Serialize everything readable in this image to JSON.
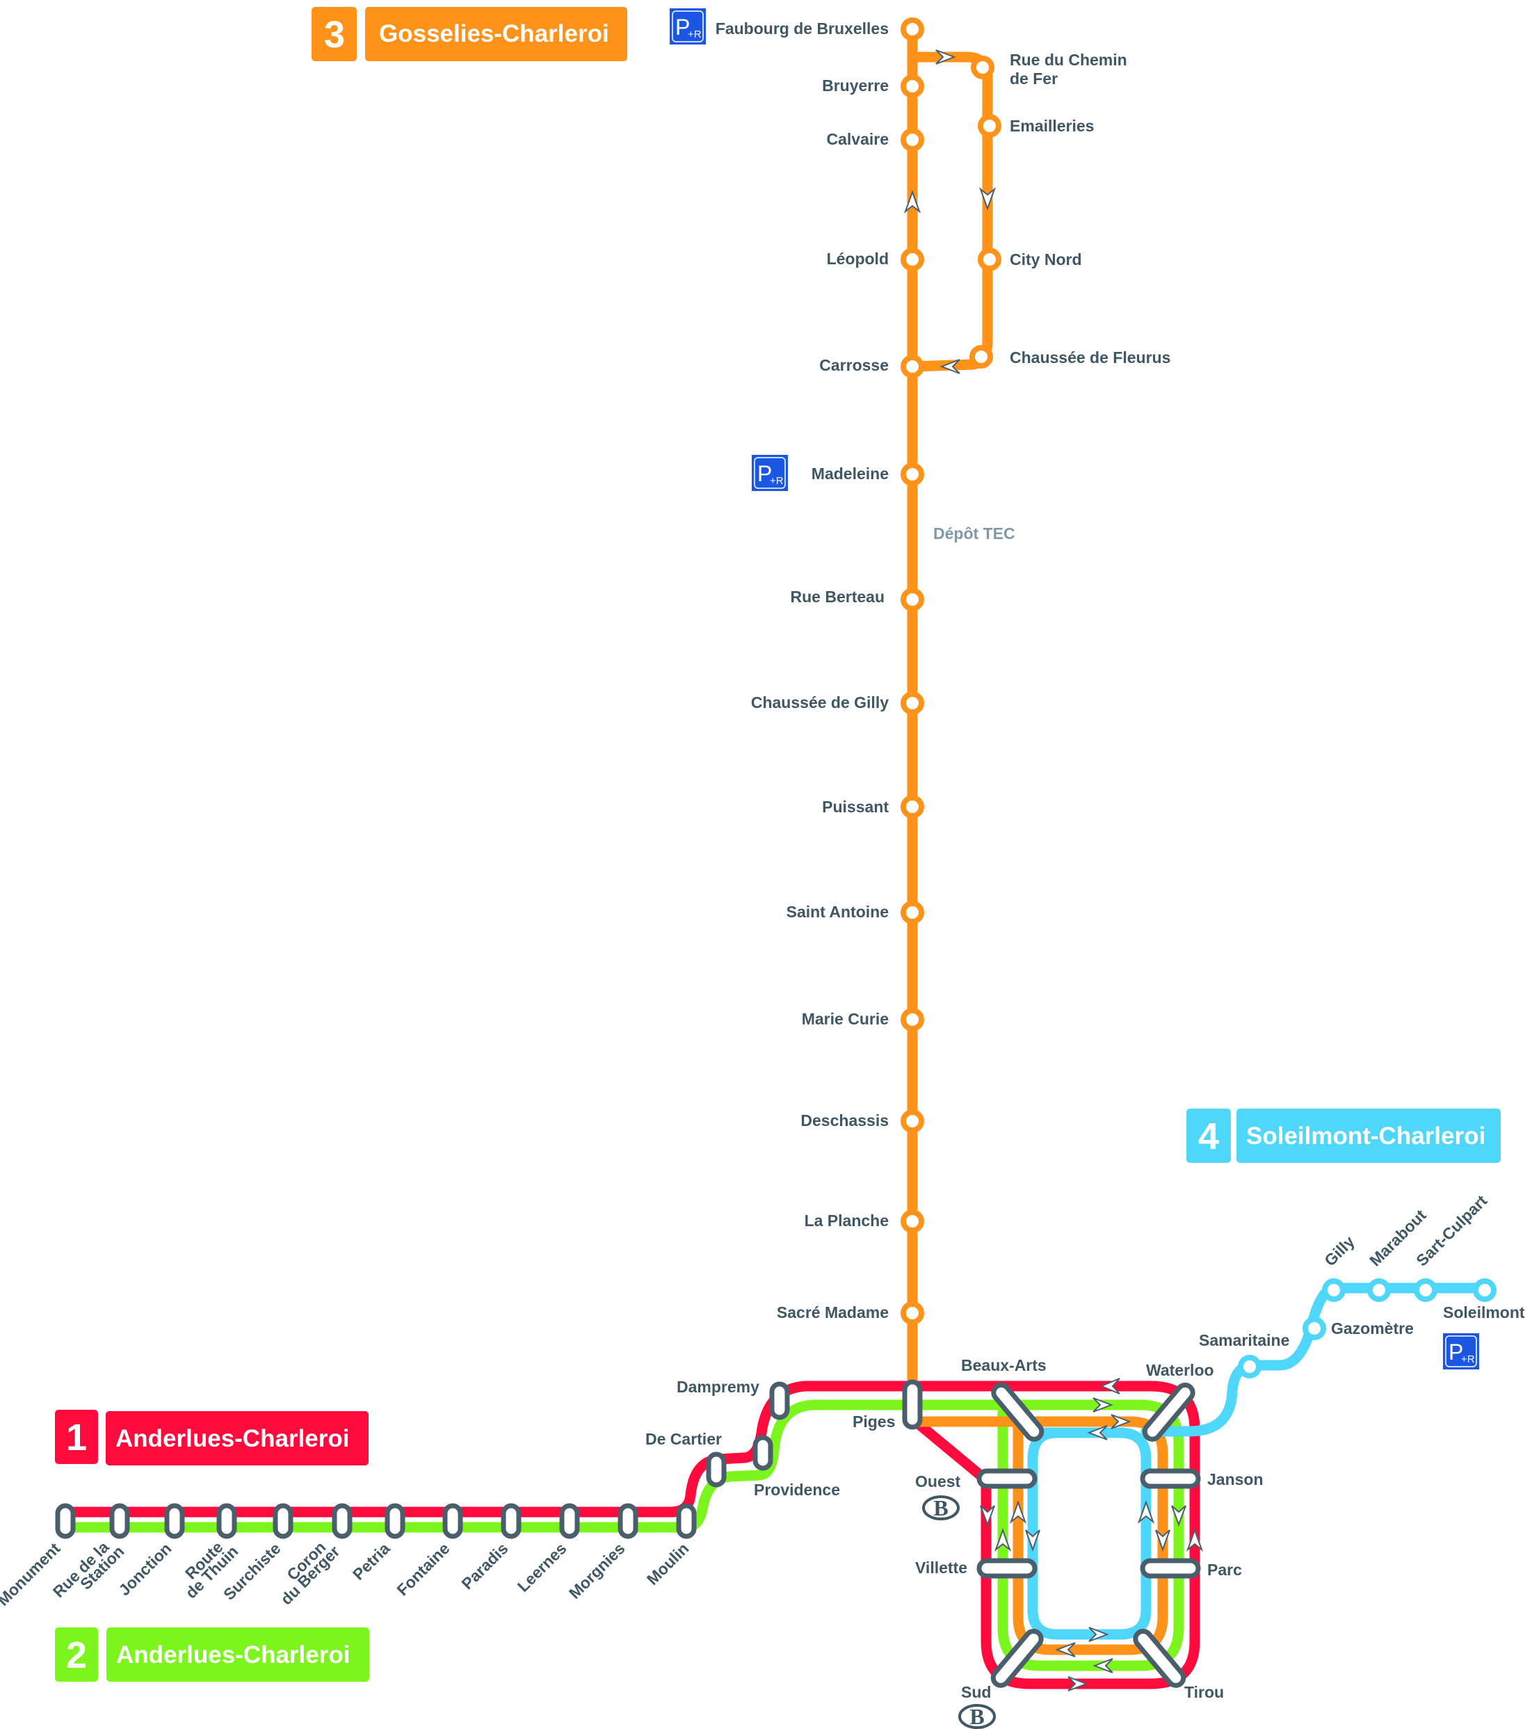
{
  "colors": {
    "line1": "#ff0a3c",
    "line2": "#7cf51c",
    "line3": "#ff9218",
    "line4": "#4fd6fb",
    "station_outline": "#4a5e6b",
    "label": "#3f5664",
    "label_muted": "#7f98a6",
    "park_ride": "#1b57e3"
  },
  "lines": [
    {
      "number": "1",
      "name": "Anderlues-Charleroi",
      "color": "#ff0a3c"
    },
    {
      "number": "2",
      "name": "Anderlues-Charleroi",
      "color": "#7cf51c"
    },
    {
      "number": "3",
      "name": "Gosselies-Charleroi",
      "color": "#ff9218"
    },
    {
      "number": "4",
      "name": "Soleilmont-Charleroi",
      "color": "#4fd6fb"
    }
  ],
  "line3_stations": {
    "trunk": [
      "Faubourg de Bruxelles",
      "Bruyerre",
      "Calvaire",
      "Léopold",
      "Carrosse",
      "Madeleine",
      "Rue Berteau",
      "Chaussée de Gilly",
      "Puissant",
      "Saint Antoine",
      "Marie Curie",
      "Deschassis",
      "La Planche",
      "Sacré Madame"
    ],
    "loop": [
      "Rue du Chemin",
      "de Fer",
      "Emailleries",
      "City Nord",
      "Chaussée de Fleurus"
    ],
    "depot": "Dépôt TEC"
  },
  "west_branch_stations": [
    "Monument",
    "Rue de la",
    "Station",
    "Jonction",
    "Route",
    "de Thuin",
    "Surchiste",
    "Coron",
    "du Berger",
    "Petria",
    "Fontaine",
    "Paradis",
    "Leernes",
    "Morgnies",
    "Moulin"
  ],
  "west_connection_stations": [
    "De Cartier",
    "Providence",
    "Dampremy"
  ],
  "central_loop_stations": [
    "Piges",
    "Beaux-Arts",
    "Waterloo",
    "Janson",
    "Parc",
    "Tirou",
    "Sud",
    "Villette",
    "Ouest"
  ],
  "line4_stations": [
    "Samaritaine",
    "Gazomètre",
    "Gilly",
    "Marabout",
    "Sart-Culpart",
    "Soleilmont"
  ],
  "icons": {
    "park_ride": {
      "main": "P",
      "sub": "+R"
    },
    "sncb_rail": "B"
  }
}
